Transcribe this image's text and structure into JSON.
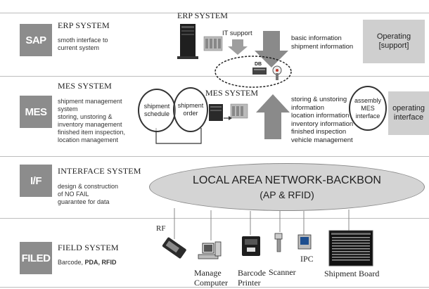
{
  "layers": [
    {
      "tag": "SAP",
      "title": "ERP SYSTEM",
      "desc": [
        "smoth interface to",
        "current system"
      ]
    },
    {
      "tag": "MES",
      "title": "MES SYSTEM",
      "desc": [
        "shipment management",
        "system",
        "storing, unstoring &",
        "inventory management",
        "finished item inspection,",
        "location management"
      ]
    },
    {
      "tag": "I/F",
      "title": "INTERFACE SYSTEM",
      "desc": [
        "design & construction",
        "of NO FAIL",
        "guarantee for data"
      ]
    },
    {
      "tag": "FILED",
      "title": "FIELD SYSTEM",
      "desc_plain": "Barcode, ",
      "desc_bold": "PDA, RFID"
    }
  ],
  "erp": {
    "label": "ERP SYSTEM",
    "it_support": "IT support",
    "info": [
      "basic information",
      "shipment information"
    ],
    "db_label": "DB"
  },
  "mes": {
    "label": "MES SYSTEM",
    "circle1": [
      "shipment",
      "schedule"
    ],
    "circle2": [
      "shipment",
      "order"
    ],
    "circle3": [
      "assembly",
      "MES",
      "interface"
    ],
    "info": [
      "storing & unstoring",
      "information",
      "location information",
      "inventory information",
      "finished inspection",
      "vehicle management"
    ]
  },
  "side_boxes": {
    "operating_support": [
      "Operating",
      "[support]"
    ],
    "operating_interface": [
      "operating",
      "interface"
    ]
  },
  "lan": {
    "line1": "LOCAL AREA NETWORK-BACKBON",
    "line2": "(AP & RFID)"
  },
  "devices": {
    "rf": "RF",
    "manage_computer": [
      "Manage",
      "Computer"
    ],
    "barcode_printer": [
      "Barcode",
      "Printer"
    ],
    "scanner": "Scanner",
    "ipc": "IPC",
    "shipment_board": "Shipment Board"
  }
}
